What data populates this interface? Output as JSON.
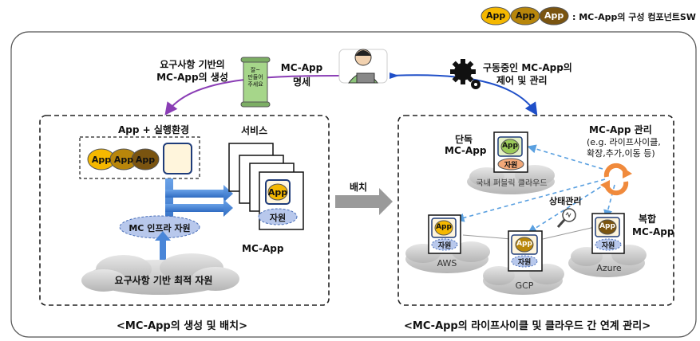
{
  "legend": {
    "pill1": "App",
    "pill2": "App",
    "pill3": "App",
    "text": ": MC-App의 구성 컴포넌트SW"
  },
  "top": {
    "left_caption_line1": "요구사항 기반의",
    "left_caption_line2": "MC-App의 생성",
    "scroll_text": "잘~\n만들어\n주세요",
    "spec_line1": "MC-App",
    "spec_line2": "명세",
    "right_caption_line1": "구동중인 MC-App의",
    "right_caption_line2": "제어 및 관리"
  },
  "left_panel": {
    "env_title": "App + 실행환경",
    "app_pills": [
      "App",
      "App",
      "App"
    ],
    "service_title": "서비스",
    "service_app": "App",
    "service_resource": "자원",
    "infra": "MC 인프라 자원",
    "mcapp_label": "MC-App",
    "optimal_resource": "요구사항 기반 최적 자원",
    "caption": "<MC-App의 생성 및 배치>"
  },
  "deploy": {
    "label": "배치"
  },
  "right_panel": {
    "single_line1": "단독",
    "single_line2": "MC-App",
    "domestic_app": "App",
    "domestic_resource": "자원",
    "domestic_cloud": "국내 퍼블릭 클라우드",
    "mgmt_line1": "MC-App 관리",
    "mgmt_line2": "(e.g. 라이프사이클,",
    "mgmt_line3": "확장,추가,이동 등)",
    "status": "상태관리",
    "aws_app": "App",
    "aws_resource": "자원",
    "aws_cloud": "AWS",
    "gcp_app": "App",
    "gcp_resource": "자원",
    "gcp_cloud": "GCP",
    "azure_app": "App",
    "azure_resource": "자원",
    "azure_cloud": "Azure",
    "composite_line1": "복합",
    "composite_line2": "MC-App",
    "caption": "<MC-App의 라이프사이클 및 클라우드 간 연계 관리>"
  },
  "colors": {
    "app_yellow": "#f5b800",
    "app_gold": "#b8860b",
    "app_brown": "#7a5410",
    "resource_blue": "#b8c8ec",
    "cloud_gray": "#c8c8c8",
    "purple_arrow": "#8a3db5",
    "blue_arrow": "#1f4fc8",
    "pipe_blue": "#4a86d8",
    "orange": "#f08a3c"
  }
}
